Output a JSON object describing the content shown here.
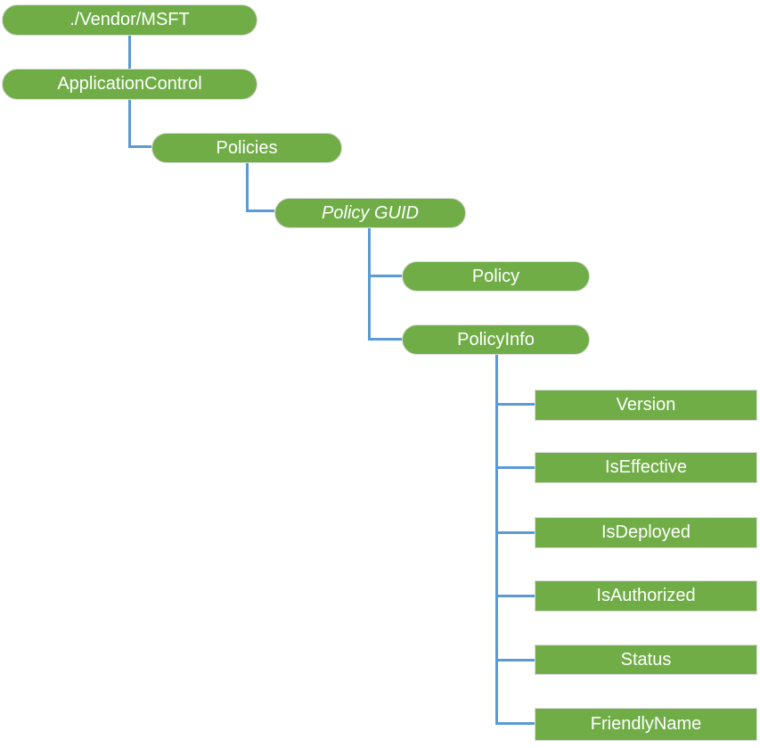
{
  "diagram": {
    "type": "tree",
    "colors": {
      "node_fill": "#70ad47",
      "node_border": "#d9d9d9",
      "node_text": "#ffffff",
      "connector": "#5b9bd5"
    },
    "nodes": {
      "vendor_msft": "./Vendor/MSFT",
      "application_control": "ApplicationControl",
      "policies": "Policies",
      "policy_guid": "Policy GUID",
      "policy": "Policy",
      "policy_info": "PolicyInfo",
      "version": "Version",
      "is_effective": "IsEffective",
      "is_deployed": "IsDeployed",
      "is_authorized": "IsAuthorized",
      "status": "Status",
      "friendly_name": "FriendlyName"
    },
    "hierarchy": [
      {
        "parent": "./Vendor/MSFT",
        "child": "ApplicationControl"
      },
      {
        "parent": "ApplicationControl",
        "child": "Policies"
      },
      {
        "parent": "Policies",
        "child": "Policy GUID"
      },
      {
        "parent": "Policy GUID",
        "child": "Policy"
      },
      {
        "parent": "Policy GUID",
        "child": "PolicyInfo"
      },
      {
        "parent": "PolicyInfo",
        "child": "Version"
      },
      {
        "parent": "PolicyInfo",
        "child": "IsEffective"
      },
      {
        "parent": "PolicyInfo",
        "child": "IsDeployed"
      },
      {
        "parent": "PolicyInfo",
        "child": "IsAuthorized"
      },
      {
        "parent": "PolicyInfo",
        "child": "Status"
      },
      {
        "parent": "PolicyInfo",
        "child": "FriendlyName"
      }
    ]
  }
}
